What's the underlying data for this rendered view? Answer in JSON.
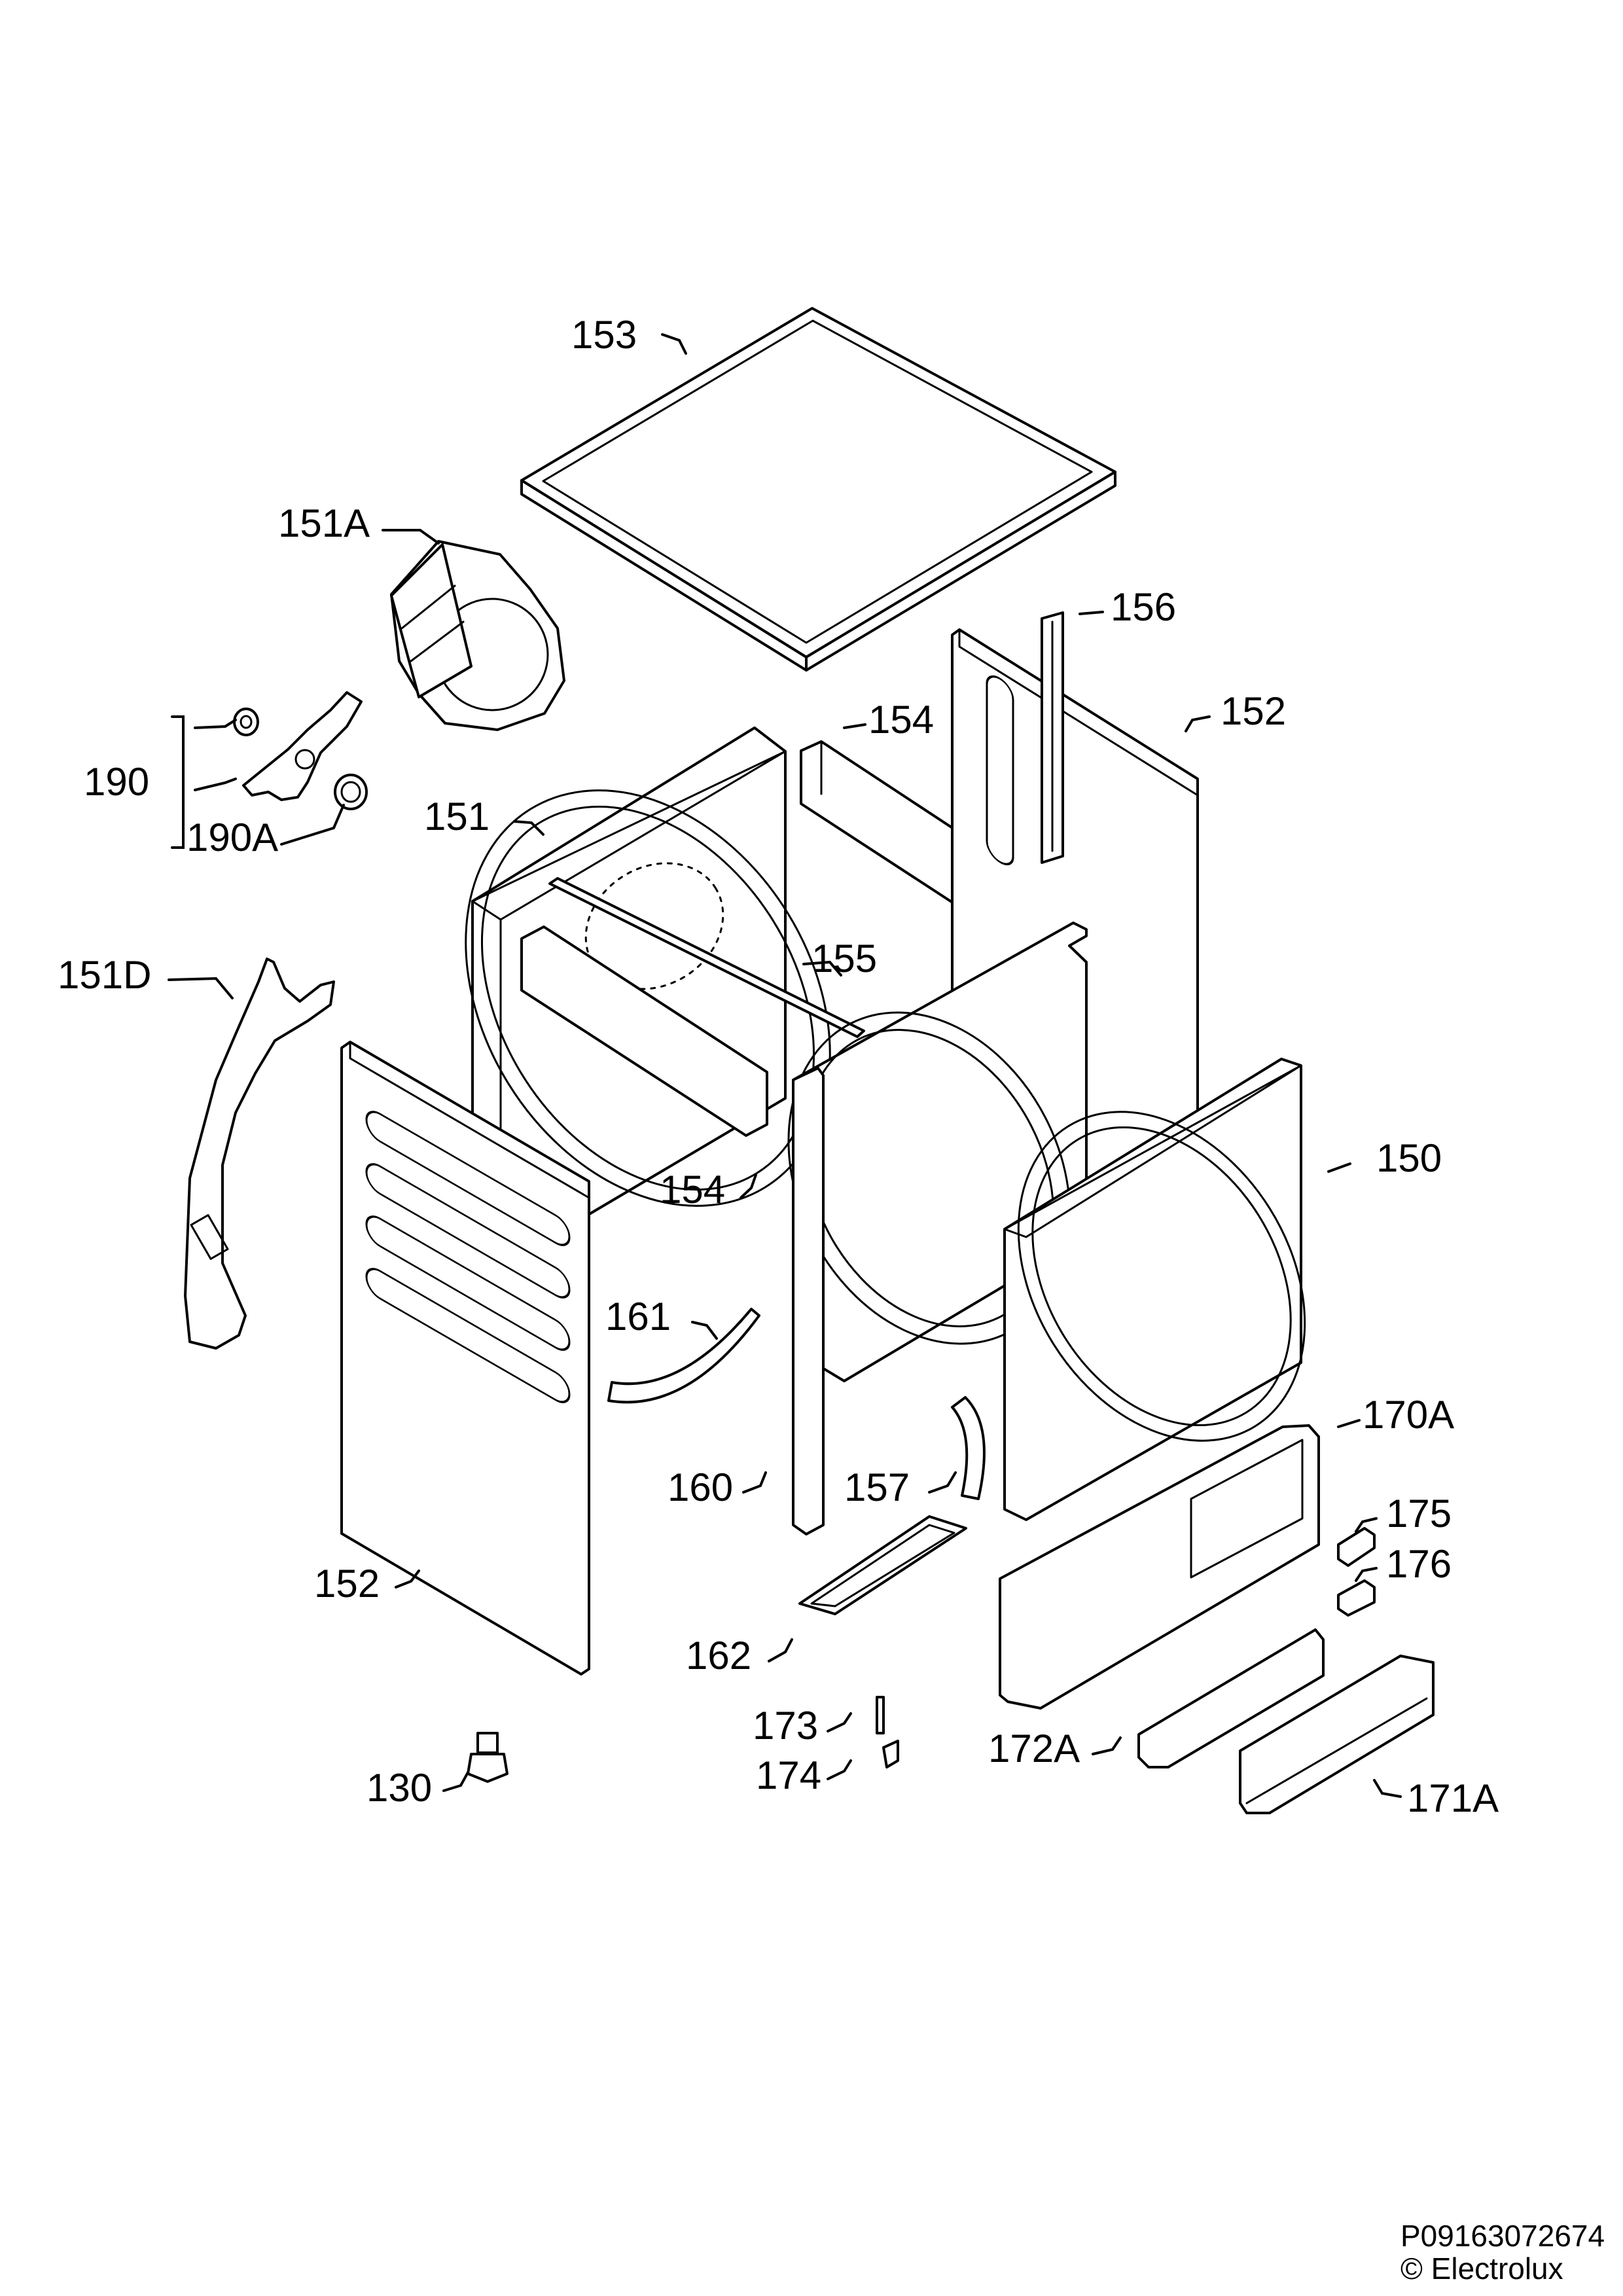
{
  "labels": {
    "l153": "153",
    "l151A": "151A",
    "l156": "156",
    "l152a": "152",
    "l154a": "154",
    "l190": "190",
    "l190A": "190A",
    "l151": "151",
    "l155": "155",
    "l151D": "151D",
    "l154b": "154",
    "l150": "150",
    "l161": "161",
    "l170A": "170A",
    "l175": "175",
    "l176": "176",
    "l160": "160",
    "l157": "157",
    "l152b": "152",
    "l162": "162",
    "l173": "173",
    "l172A": "172A",
    "l174": "174",
    "l171A": "171A",
    "l130": "130"
  },
  "footer": {
    "code": "P09163072674",
    "copyright": "© Electrolux"
  }
}
